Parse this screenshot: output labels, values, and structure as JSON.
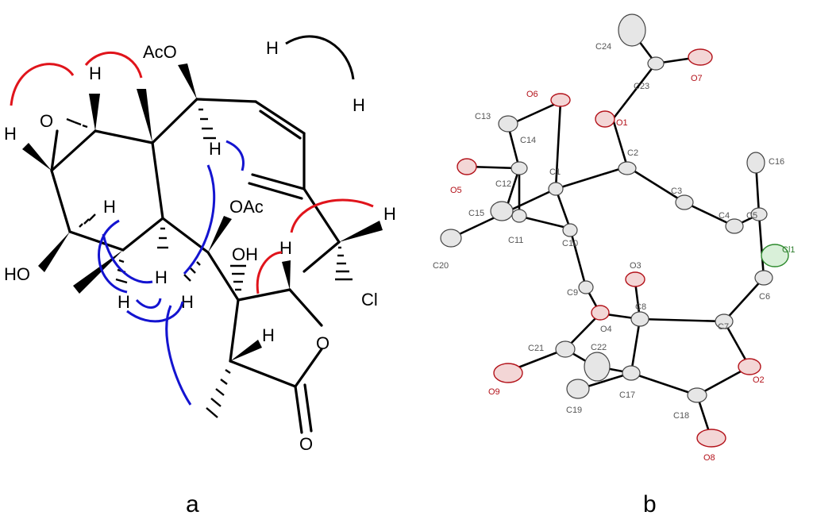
{
  "panels": {
    "a": "a",
    "b": "b"
  },
  "structure_a": {
    "labels": {
      "aco": "AcO",
      "oac": "OAc",
      "ho": "HO",
      "oh": "OH",
      "cl": "Cl",
      "o_epoxide": "O",
      "o_ring": "O",
      "o_carbonyl": "O",
      "h": "H"
    },
    "correlation_colors": {
      "red": "#e0141b",
      "blue": "#1414d0",
      "black": "#000000"
    }
  },
  "structure_b": {
    "atom_labels": [
      "C24",
      "O7",
      "C23",
      "O6",
      "O1",
      "C13",
      "C14",
      "C2",
      "C16",
      "C12",
      "C1",
      "C3",
      "O5",
      "C4",
      "C5",
      "C15",
      "C11",
      "C10",
      "Cl1",
      "C20",
      "O3",
      "C6",
      "C9",
      "C8",
      "O4",
      "C7",
      "C21",
      "C22",
      "O9",
      "O2",
      "C17",
      "C19",
      "C18",
      "O8"
    ],
    "colors": {
      "carbon": "#e6e6e6",
      "oxygen": "#b3121a",
      "chlorine": "#2d8a2d"
    }
  }
}
